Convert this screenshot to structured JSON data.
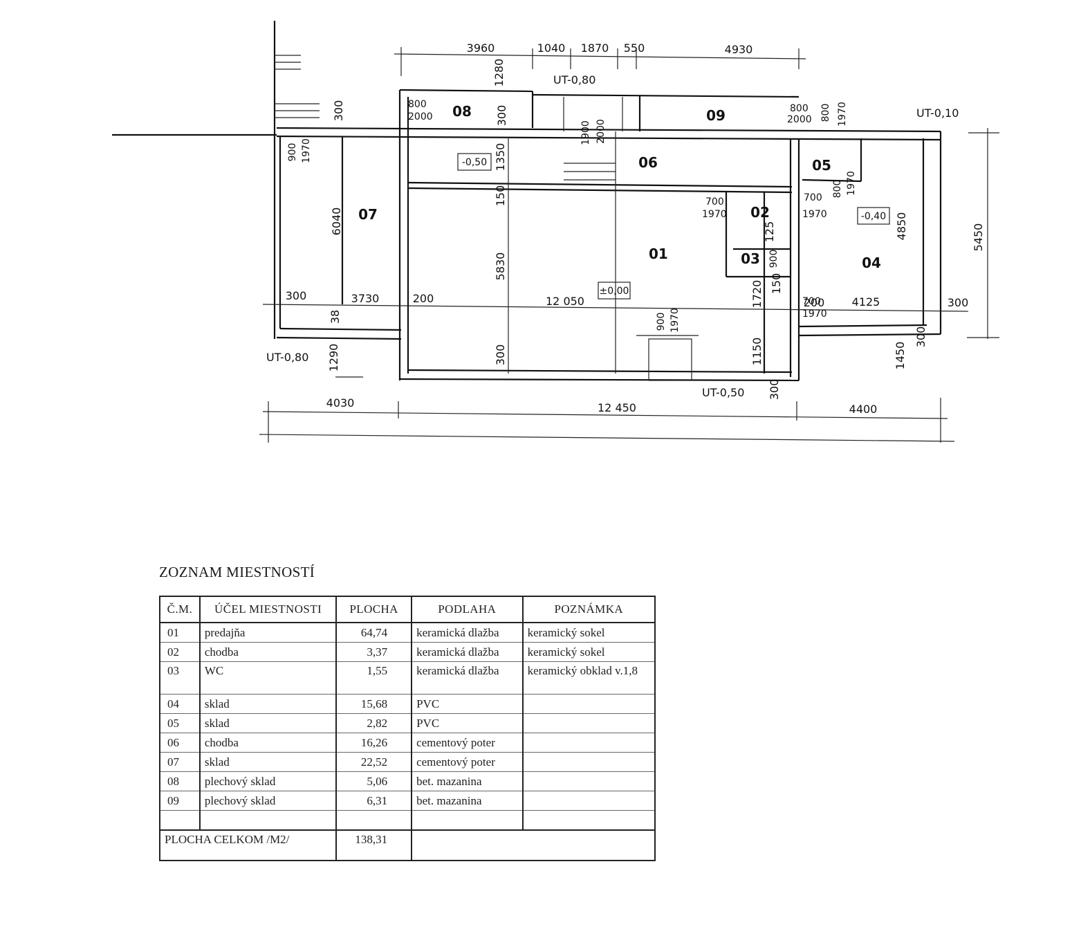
{
  "plan": {
    "rooms": [
      "01",
      "02",
      "03",
      "04",
      "05",
      "06",
      "07",
      "08",
      "09"
    ],
    "dims": {
      "top": [
        "3960",
        "1040",
        "1870",
        "550",
        "4930"
      ],
      "bottom": [
        "4030",
        "12 450",
        "4400"
      ],
      "mid": [
        "300",
        "3730",
        "200",
        "12 050",
        "200",
        "4125",
        "300"
      ],
      "right": "5450",
      "v_07": "6040",
      "v_04": "4850",
      "v_5830": "5830",
      "v_1280": "1280",
      "v_1350": "1350",
      "v_300a": "300",
      "v_300b": "300",
      "v_300c": "300",
      "v_150a": "150",
      "v_150b": "150",
      "v_125": "125",
      "v_1720": "1720",
      "v_1150": "1150",
      "v_1450": "1450",
      "v_1290": "1290",
      "v_38": "38",
      "v_300d": "300",
      "v_300e": "300",
      "d_800": "800",
      "d_2000": "2000",
      "d_800b": "800",
      "d_2000b": "2000",
      "d_1900": "1900",
      "d_2000c": "2000",
      "d_900": "900",
      "d_1970": "1970",
      "d_700": "700",
      "d_1970b": "1970",
      "d_700b": "700",
      "d_1970c": "1970",
      "d_800c": "800",
      "d_1970d": "1970",
      "d_900b": "900",
      "d_1970e": "1970",
      "d_900c": "900",
      "d_800d": "800",
      "d_1970f": "1970",
      "d_700c": "700",
      "d_1970g": "1970"
    },
    "levels": {
      "top": "UT-0,80",
      "right_top": "UT-0,10",
      "left_bottom": "UT-0,80",
      "bottom": "UT-0,50"
    },
    "boxes": [
      "-0,50",
      "±0,00",
      "-0,40"
    ]
  },
  "table": {
    "title": "ZOZNAM MIESTNOSTÍ",
    "headers": [
      "Č.M.",
      "ÚČEL MIESTNOSTI",
      "PLOCHA",
      "PODLAHA",
      "POZNÁMKA"
    ],
    "rows": [
      [
        "01",
        "predajňa",
        "64,74",
        "keramická dlažba",
        "keramický sokel"
      ],
      [
        "02",
        "chodba",
        "3,37",
        "keramická dlažba",
        "keramický sokel"
      ],
      [
        "03",
        "WC",
        "1,55",
        "keramická dlažba",
        "keramický obklad v.1,8"
      ],
      [
        "04",
        "sklad",
        "15,68",
        "PVC",
        ""
      ],
      [
        "05",
        "sklad",
        "2,82",
        "PVC",
        ""
      ],
      [
        "06",
        "chodba",
        "16,26",
        "cementový poter",
        ""
      ],
      [
        "07",
        "sklad",
        "22,52",
        "cementový poter",
        ""
      ],
      [
        "08",
        "plechový sklad",
        "5,06",
        "bet. mazanina",
        ""
      ],
      [
        "09",
        "plechový sklad",
        "6,31",
        "bet. mazanina",
        ""
      ],
      [
        "",
        "",
        "",
        "",
        ""
      ]
    ],
    "total_label": "PLOCHA CELKOM /M2/",
    "total_value": "138,31"
  }
}
